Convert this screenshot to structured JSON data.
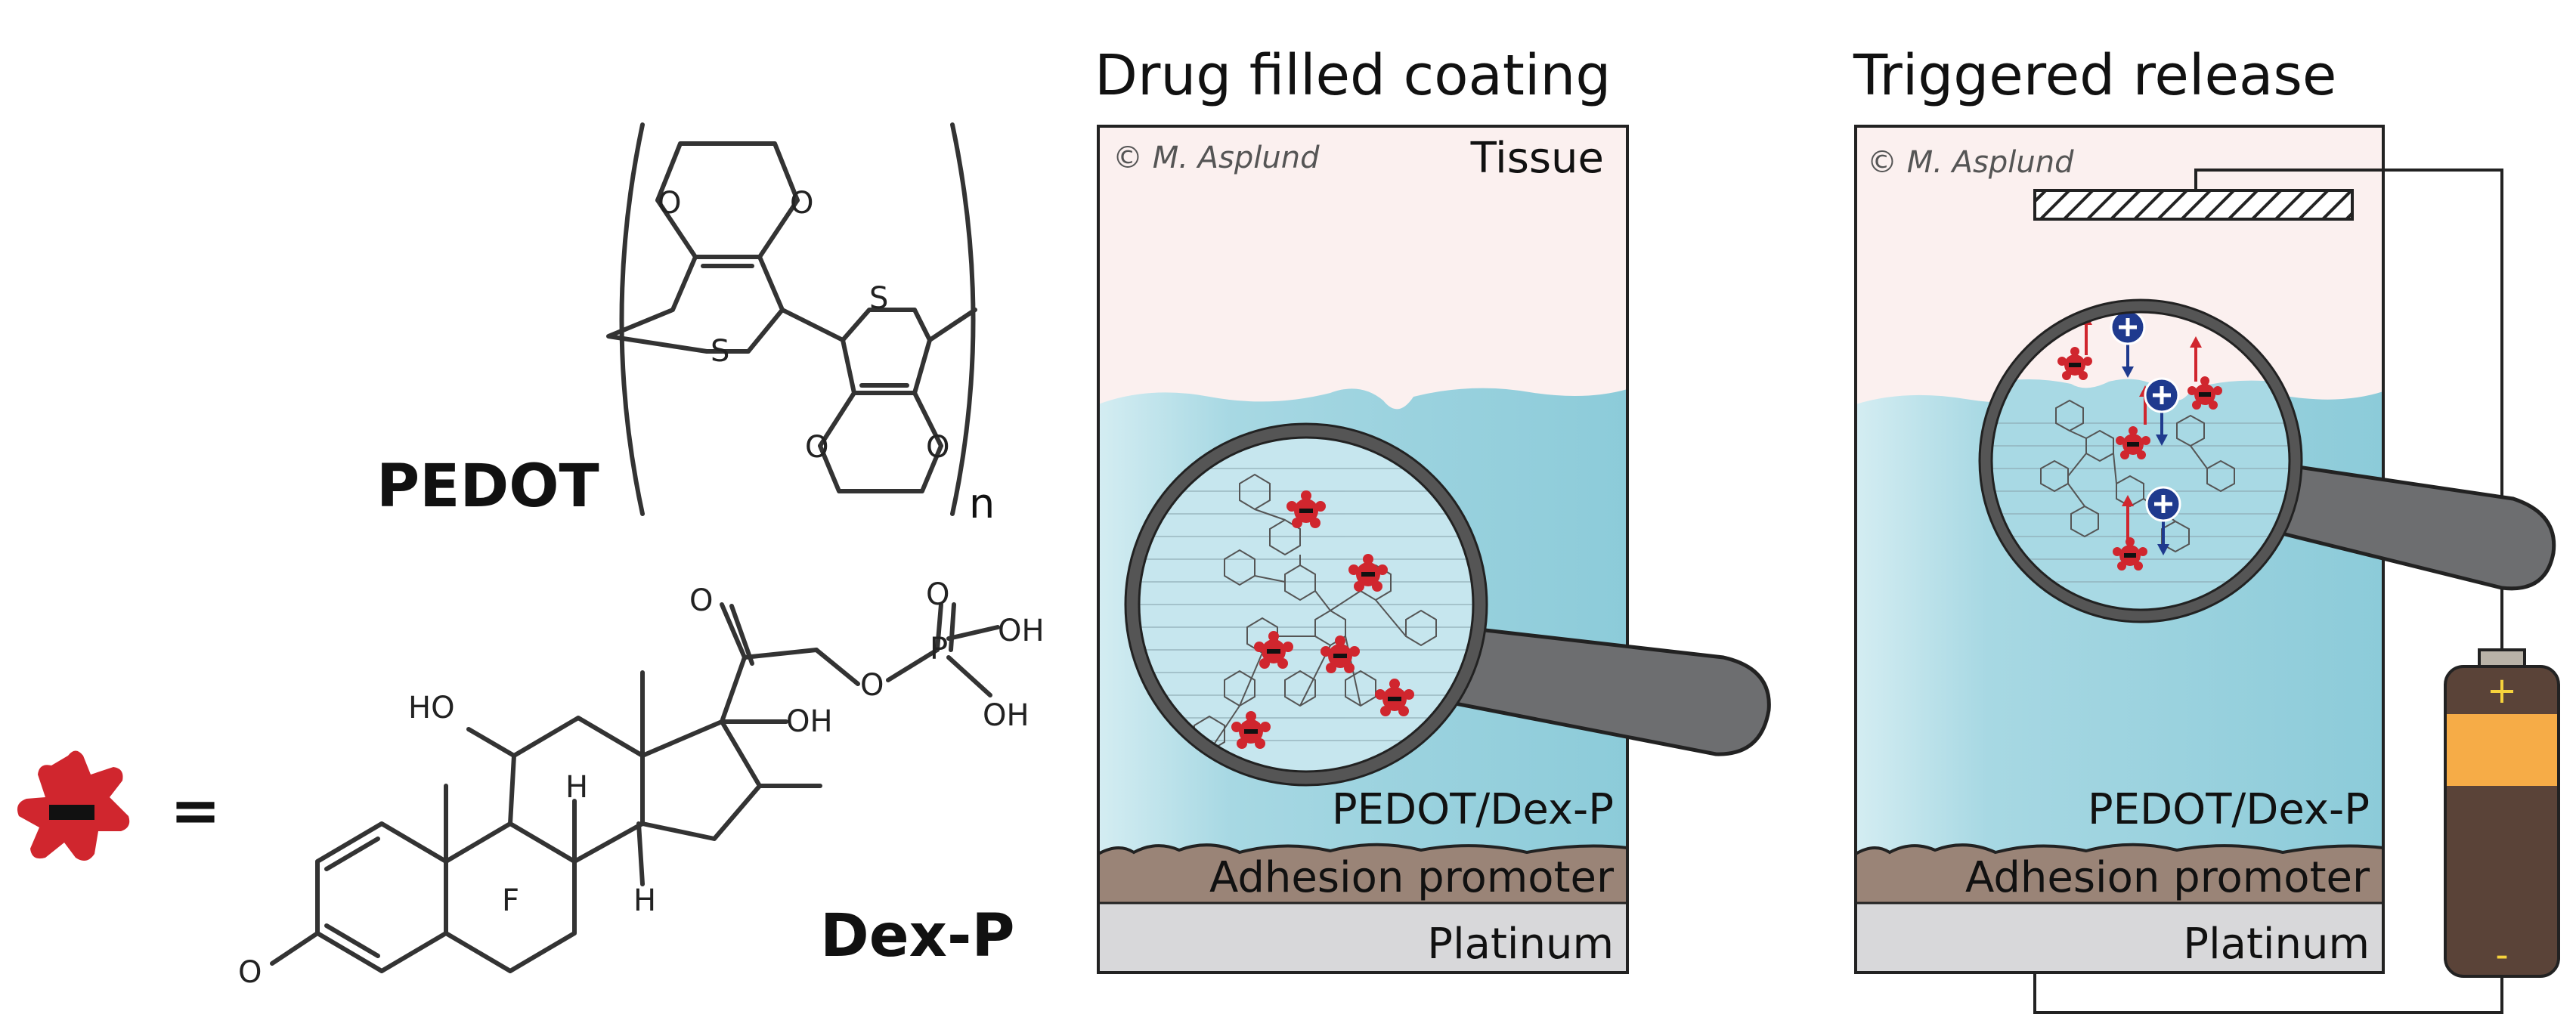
{
  "panels": {
    "drug_filled": {
      "title": "Drug filled coating",
      "copyright": "© M. Asplund",
      "labels": {
        "tissue": "Tissue",
        "coating": "PEDOT/Dex-P",
        "adhesion": "Adhesion promoter",
        "substrate": "Platinum"
      }
    },
    "triggered": {
      "title": "Triggered release",
      "copyright": "© M. Asplund",
      "labels": {
        "coating": "PEDOT/Dex-P",
        "adhesion": "Adhesion promoter",
        "substrate": "Platinum"
      },
      "battery": {
        "plus": "+",
        "minus": "-"
      }
    }
  },
  "structures": {
    "pedot": {
      "name": "PEDOT",
      "atoms": [
        "O",
        "O",
        "O",
        "O",
        "S",
        "S"
      ],
      "repeat_subscript": "n"
    },
    "dexp": {
      "name": "Dex-P",
      "atoms": [
        "O",
        "O",
        "O",
        "P",
        "OH",
        "OH",
        "OH",
        "HO",
        "H",
        "H",
        "F",
        "O"
      ]
    }
  },
  "legend": {
    "equals": "="
  },
  "colors": {
    "tissue": "#fbf0ef",
    "coating": "#9fd3df",
    "adhesion": "#9a8477",
    "platinum": "#d8d8da",
    "drug": "#d0262e",
    "cation": "#1f3a8e",
    "battery_body": "#5a4338",
    "battery_band": "#f6ac47"
  }
}
